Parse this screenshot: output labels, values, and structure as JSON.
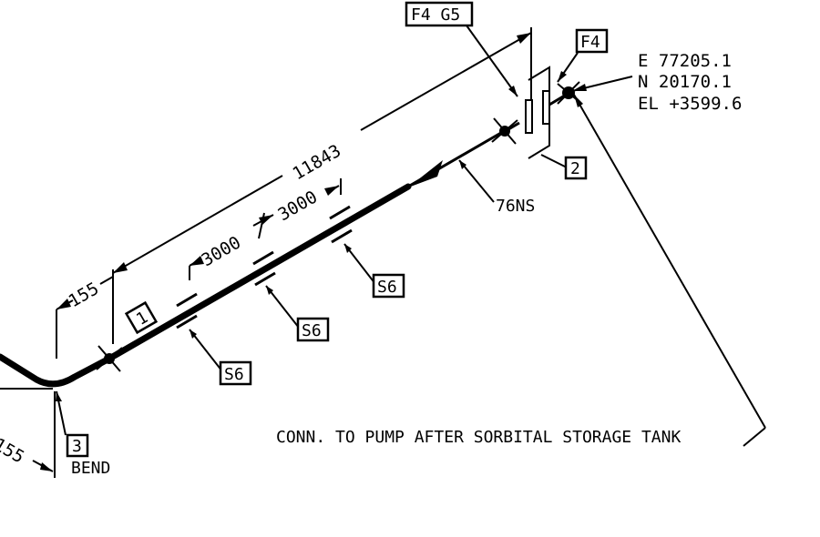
{
  "flags": {
    "top_left": "F4 G5",
    "top_right": "F4"
  },
  "coordinates": {
    "east": "E 77205.1",
    "north": "N 20170.1",
    "elevation": "EL +3599.6"
  },
  "dimensions": {
    "overall": "11843",
    "segment_a": "3000",
    "segment_b": "3000",
    "start_offset": "155",
    "bend_offset": "155"
  },
  "pipe_spec": "76NS",
  "supports": [
    "S6",
    "S6",
    "S6"
  ],
  "markers": {
    "one": "1",
    "two": "2",
    "three": "3"
  },
  "bend_label": "BEND",
  "note": "CONN. TO PUMP AFTER SORBITAL STORAGE TANK"
}
